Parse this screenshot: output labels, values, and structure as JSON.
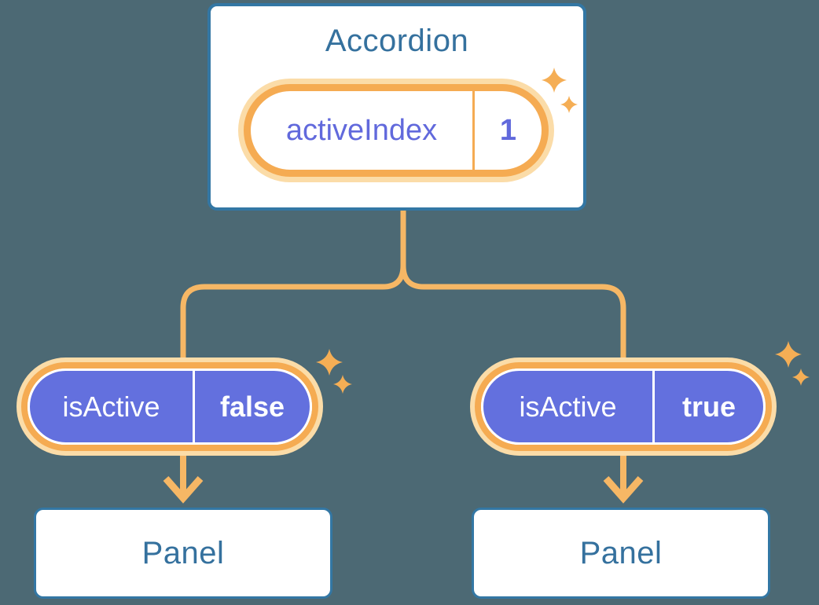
{
  "canvas": {
    "background": "#4C6974"
  },
  "colors": {
    "card_border": "#3377A4",
    "heading_text": "#35719E",
    "orange": "#F5AB52",
    "orange_pale": "#FBDCA8",
    "connector_line": "#F6B765",
    "indigo_fill": "#6370DE",
    "indigo_text": "#6169DC",
    "white": "#FFFFFF"
  },
  "icons": {
    "sparkle": "✦"
  },
  "accordion": {
    "title": "Accordion",
    "state_pill": {
      "label": "activeIndex",
      "value": "1"
    }
  },
  "children": [
    {
      "prop_pill": {
        "label": "isActive",
        "value": "false"
      },
      "panel_title": "Panel"
    },
    {
      "prop_pill": {
        "label": "isActive",
        "value": "true"
      },
      "panel_title": "Panel"
    }
  ]
}
